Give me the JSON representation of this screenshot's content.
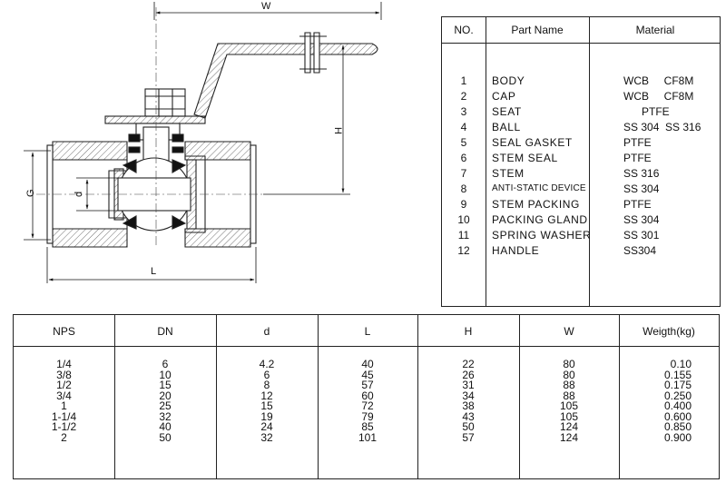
{
  "drawing": {
    "labels": {
      "W": "W",
      "H": "H",
      "G": "G",
      "d": "d",
      "L": "L"
    }
  },
  "parts_table": {
    "headers": {
      "no": "NO.",
      "part_name": "Part Name",
      "material": "Material"
    },
    "rows": [
      {
        "no": "1",
        "part": "BODY",
        "material": "WCB     CF8M"
      },
      {
        "no": "2",
        "part": "CAP",
        "material": "WCB     CF8M"
      },
      {
        "no": "3",
        "part": "SEAT",
        "material": "PTFE"
      },
      {
        "no": "4",
        "part": "BALL",
        "material": "SS 304  SS 316"
      },
      {
        "no": "5",
        "part": "SEAL GASKET",
        "material": "PTFE"
      },
      {
        "no": "6",
        "part": "STEM SEAL",
        "material": "PTFE"
      },
      {
        "no": "7",
        "part": "STEM",
        "material": "SS 316"
      },
      {
        "no": "8",
        "part": "ANTI-STATIC DEVICE",
        "material": "SS 304"
      },
      {
        "no": "9",
        "part": "STEM PACKING",
        "material": "PTFE"
      },
      {
        "no": "10",
        "part": "PACKING GLAND",
        "material": "SS 304"
      },
      {
        "no": "11",
        "part": "SPRING WASHER",
        "material": "SS 301"
      },
      {
        "no": "12",
        "part": "HANDLE",
        "material": "SS304"
      }
    ]
  },
  "spec_table": {
    "headers": {
      "nps": "NPS",
      "dn": "DN",
      "d": "d",
      "l": "L",
      "h": "H",
      "w": "W",
      "weight": "Weigth(kg)"
    },
    "nps": [
      "1/4",
      "3/8",
      "1/2",
      "3/4",
      "1",
      "1-1/4",
      "1-1/2",
      "2"
    ],
    "dn": [
      "6",
      "10",
      "15",
      "20",
      "25",
      "32",
      "40",
      "50"
    ],
    "d": [
      "4.2",
      "6",
      "8",
      "12",
      "15",
      "19",
      "24",
      "32"
    ],
    "l": [
      "40",
      "45",
      "57",
      "60",
      "72",
      "79",
      "85",
      "101"
    ],
    "h": [
      "22",
      "26",
      "31",
      "34",
      "38",
      "43",
      "50",
      "57"
    ],
    "w": [
      "80",
      "80",
      "88",
      "88",
      "105",
      "105",
      "124",
      "124"
    ],
    "weight": [
      "0.10",
      "0.155",
      "0.175",
      "0.250",
      "0.400",
      "0.600",
      "0.850",
      "0.900"
    ]
  }
}
